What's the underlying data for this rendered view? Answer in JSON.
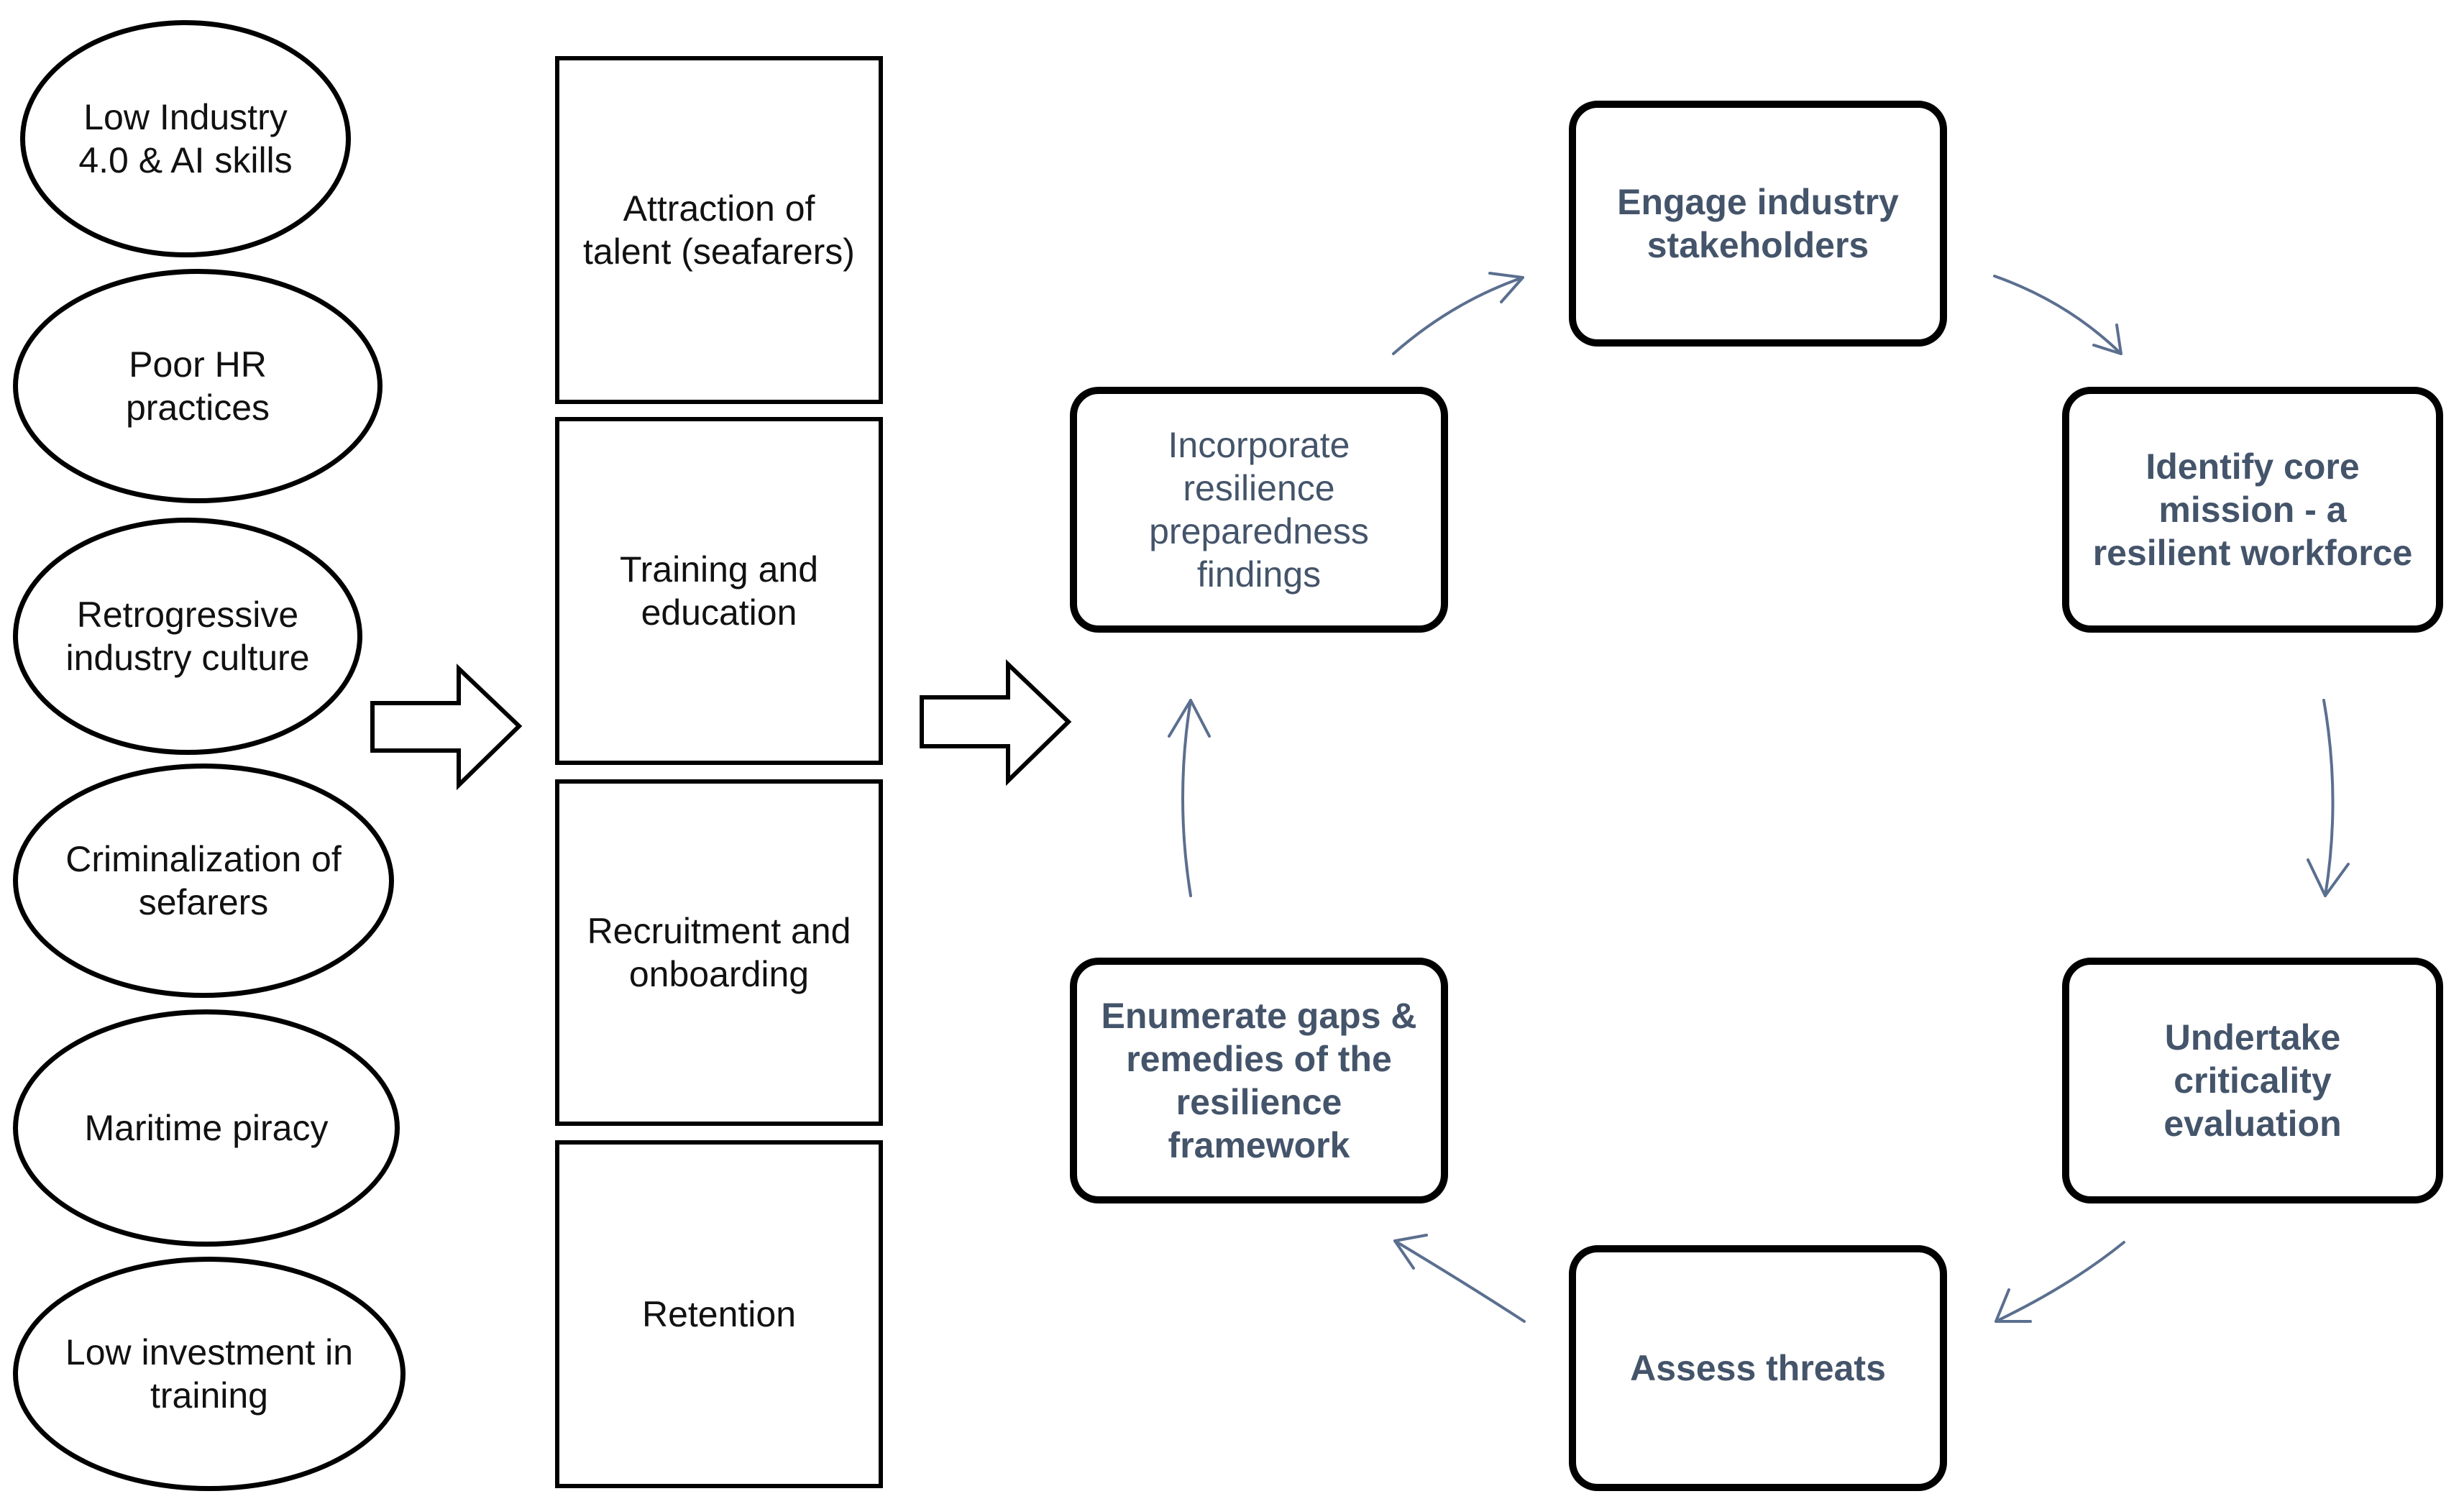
{
  "causes": [
    "Low Industry 4.0 & AI skills",
    "Poor HR practices",
    "Retrogressive industry culture",
    "Criminalization of sefarers",
    "Maritime piracy",
    "Low investment in training"
  ],
  "workforce_stages": [
    "Attraction of talent (seafarers)",
    "Training and education",
    "Recruitment and onboarding",
    "Retention"
  ],
  "cycle_steps": {
    "engage": "Engage industry stakeholders",
    "identify": "Identify core mission - a resilient workforce",
    "undertake": "Undertake criticality evaluation",
    "assess": "Assess threats",
    "enumerate": "Enumerate gaps & remedies of the resilience framework",
    "incorporate": "Incorporate resilience preparedness findings"
  },
  "colors": {
    "step_text": "#44546a",
    "cycle_arrow": "#5b6f8f",
    "outline": "#000000"
  }
}
